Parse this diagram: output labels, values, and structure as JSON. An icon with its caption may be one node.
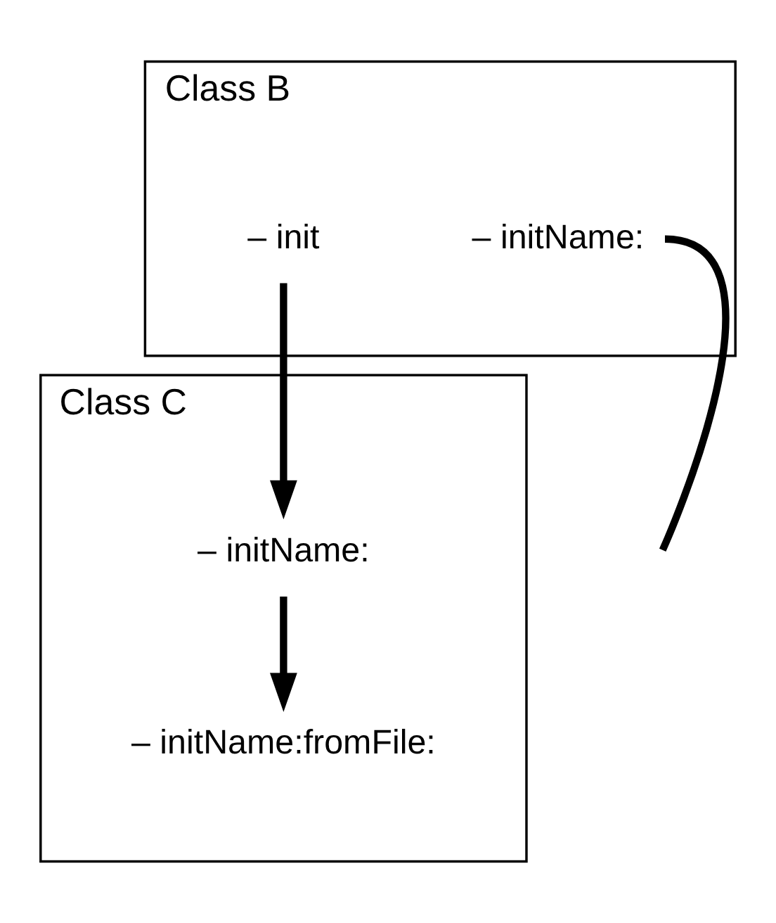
{
  "diagram": {
    "nodes": [
      {
        "text": [
          "Class B"
        ]
      },
      {
        "text": [
          "– init"
        ],
        "in": 0
      },
      {
        "text": [
          "– initName:"
        ],
        "in": 0
      },
      {
        "text": [
          "Class C"
        ]
      },
      {
        "text": [
          "– initName:"
        ],
        "in": 3
      },
      {
        "text": [
          "– initName:fromFile:"
        ],
        "in": 3
      }
    ],
    "edges": [
      {
        "from": 1,
        "to": 4,
        "arrow": "to"
      },
      {
        "from": 2,
        "to": null,
        "arrow": "none"
      },
      {
        "from": 4,
        "to": 5,
        "arrow": "to"
      }
    ]
  }
}
